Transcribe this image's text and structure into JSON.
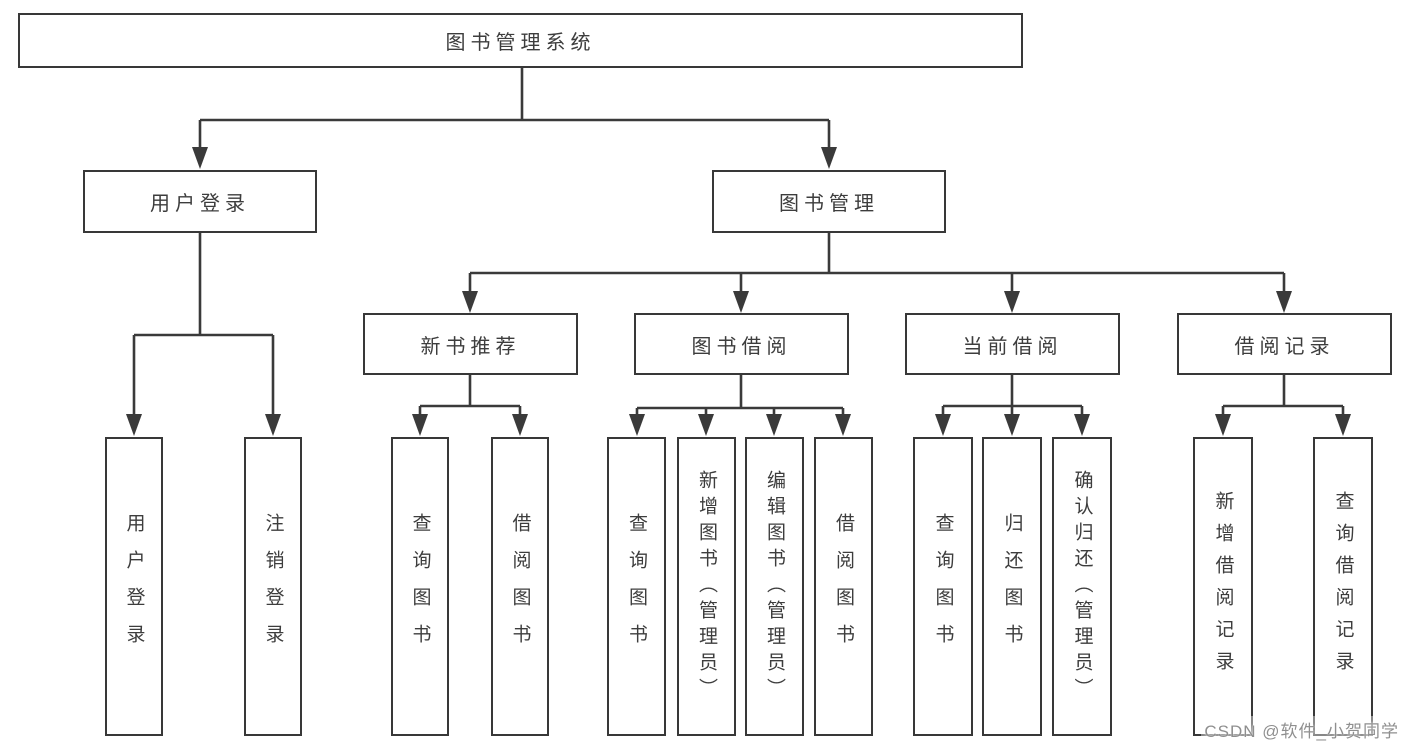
{
  "diagram": {
    "root": "图书管理系统",
    "level1": [
      "用户登录",
      "图书管理"
    ],
    "level2": [
      "新书推荐",
      "图书借阅",
      "当前借阅",
      "借阅记录"
    ],
    "leaves": {
      "user_login": [
        "用户登录",
        "注销登录"
      ],
      "new_book": [
        "查询图书",
        "借阅图书"
      ],
      "book_borrow": [
        "查询图书",
        "新增图书（管理员）",
        "编辑图书（管理员）",
        "借阅图书"
      ],
      "current_borrow": [
        "查询图书",
        "归还图书",
        "确认归还（管理员）"
      ],
      "borrow_records": [
        "新增借阅记录",
        "查询借阅记录"
      ]
    }
  },
  "watermark": "CSDN @软件_小贺同学",
  "colors": {
    "line": "#3a3a3a",
    "box_border": "#383838",
    "text": "#3d3d3d",
    "background": "#ffffff",
    "watermark": "#8f8f8f"
  }
}
